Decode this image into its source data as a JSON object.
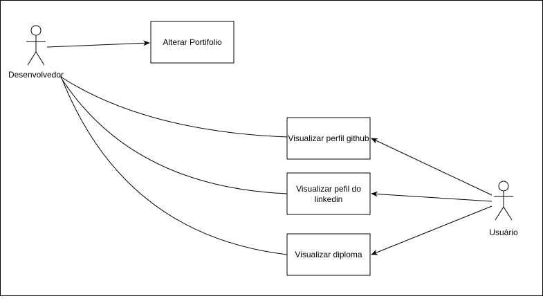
{
  "diagram": {
    "actors": [
      {
        "id": "dev",
        "label": "Desenvolvedor"
      },
      {
        "id": "user",
        "label": "Usuário"
      }
    ],
    "use_cases": [
      {
        "id": "alterar",
        "lines": [
          "Alterar Portifolio"
        ]
      },
      {
        "id": "github",
        "lines": [
          "Visualizar perfil github"
        ]
      },
      {
        "id": "linkedin",
        "lines": [
          "Visualizar pefil do",
          "linkedin"
        ]
      },
      {
        "id": "diploma",
        "lines": [
          "Visualizar diploma"
        ]
      }
    ]
  },
  "colors": {
    "stroke": "#000000",
    "background": "#ffffff"
  }
}
